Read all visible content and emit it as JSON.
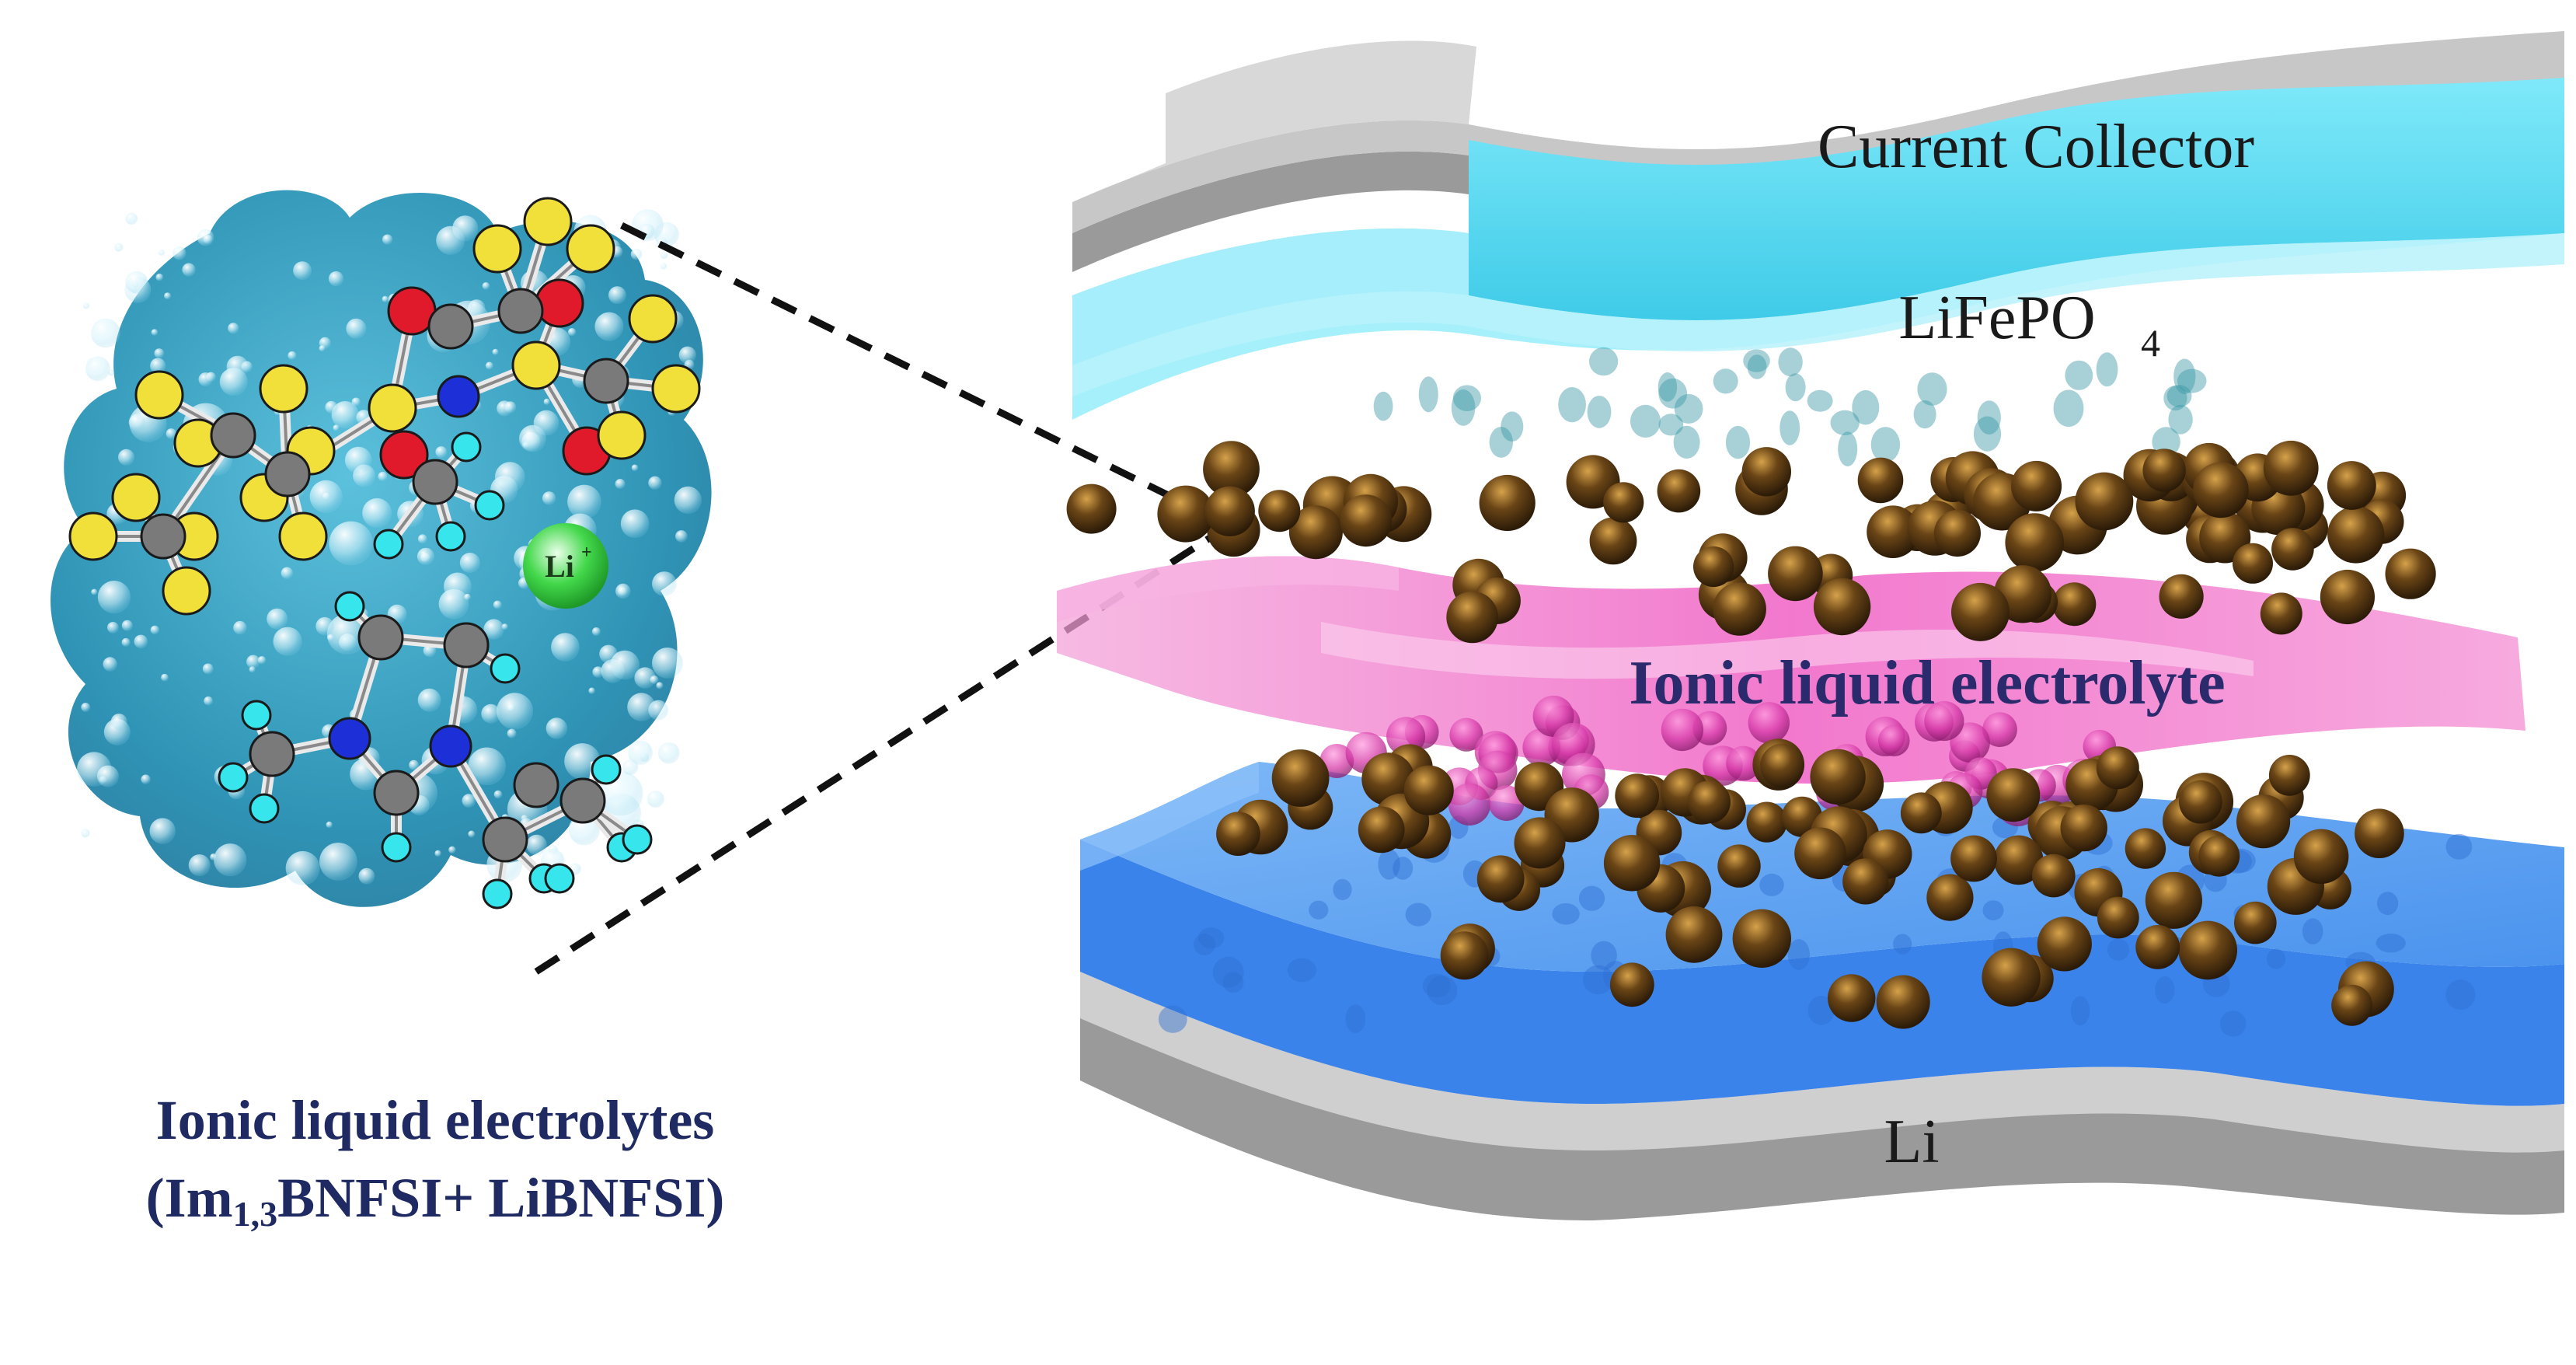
{
  "labels": {
    "current_collector": "Current Collector",
    "cathode_main": "LiFePO",
    "cathode_sub": "4",
    "ionic_liquid_layer": "Ionic liquid electrolyte",
    "anode": "Li",
    "li_ion_main": "Li",
    "li_ion_sup": "+"
  },
  "caption": {
    "line1": "Ionic liquid electrolytes",
    "line2_prefix": "(Im",
    "line2_sub": "1,3",
    "line2_suffix": "BNFSI+ LiBNFSI)"
  },
  "colors": {
    "collector_gray": "#b9b9b9",
    "cathode_cyan": "#55dcf2",
    "electrolyte_pink": "#f06fc6",
    "anode_blue": "#3e8ef0",
    "ion_sphere": "#5a3a12",
    "cloud_teal": "#3aa3c3",
    "atom_yellow": "#f1e03a",
    "atom_gray": "#7a7a7a",
    "atom_red": "#e01a2a",
    "atom_blue": "#1d2fd6",
    "atom_cyan": "#36e6ec",
    "lithium_green": "#31c83a",
    "text_navy": "#1f2a63"
  }
}
